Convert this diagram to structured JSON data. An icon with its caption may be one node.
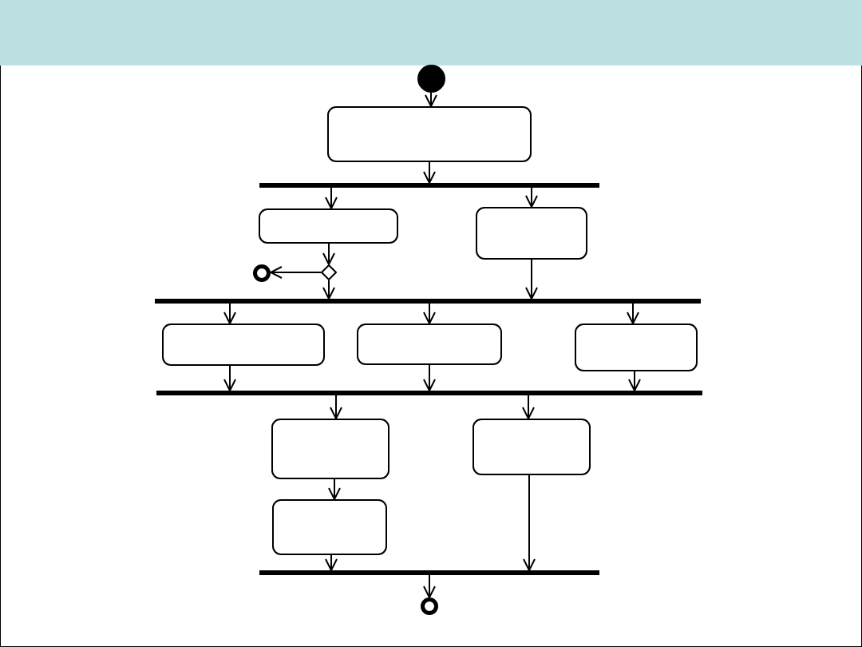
{
  "diagram": {
    "nodes": [
      {
        "text": [],
        "shape": "circle"
      },
      {
        "text": [],
        "shape": "box"
      },
      {
        "text": [],
        "shape": "bar"
      },
      {
        "text": [],
        "shape": "box"
      },
      {
        "text": [],
        "shape": "box"
      },
      {
        "text": [],
        "shape": "diamond"
      },
      {
        "text": [],
        "shape": "circle"
      },
      {
        "text": [],
        "shape": "bar"
      },
      {
        "text": [],
        "shape": "box"
      },
      {
        "text": [],
        "shape": "box"
      },
      {
        "text": [],
        "shape": "box"
      },
      {
        "text": [],
        "shape": "bar"
      },
      {
        "text": [],
        "shape": "box"
      },
      {
        "text": [],
        "shape": "box"
      },
      {
        "text": [],
        "shape": "box"
      },
      {
        "text": [],
        "shape": "bar"
      },
      {
        "text": [],
        "shape": "circle"
      }
    ],
    "edges": [
      {
        "from": 0,
        "to": 1,
        "arrow": "to"
      },
      {
        "from": 1,
        "to": 2,
        "arrow": "to"
      },
      {
        "from": 2,
        "to": 3,
        "arrow": "to"
      },
      {
        "from": 2,
        "to": 4,
        "arrow": "to"
      },
      {
        "from": 3,
        "to": 5,
        "arrow": "to"
      },
      {
        "from": 5,
        "to": 6,
        "arrow": "to"
      },
      {
        "from": 5,
        "to": 7,
        "arrow": "to"
      },
      {
        "from": 4,
        "to": 7,
        "arrow": "to"
      },
      {
        "from": 7,
        "to": 8,
        "arrow": "to"
      },
      {
        "from": 7,
        "to": 9,
        "arrow": "to"
      },
      {
        "from": 7,
        "to": 10,
        "arrow": "to"
      },
      {
        "from": 8,
        "to": 11,
        "arrow": "to"
      },
      {
        "from": 9,
        "to": 11,
        "arrow": "to"
      },
      {
        "from": 10,
        "to": 11,
        "arrow": "to"
      },
      {
        "from": 11,
        "to": 12,
        "arrow": "to"
      },
      {
        "from": 11,
        "to": 13,
        "arrow": "to"
      },
      {
        "from": 12,
        "to": 14,
        "arrow": "to"
      },
      {
        "from": 14,
        "to": 15,
        "arrow": "to"
      },
      {
        "from": 13,
        "to": 15,
        "arrow": "to"
      },
      {
        "from": 15,
        "to": 16,
        "arrow": "to"
      }
    ]
  }
}
